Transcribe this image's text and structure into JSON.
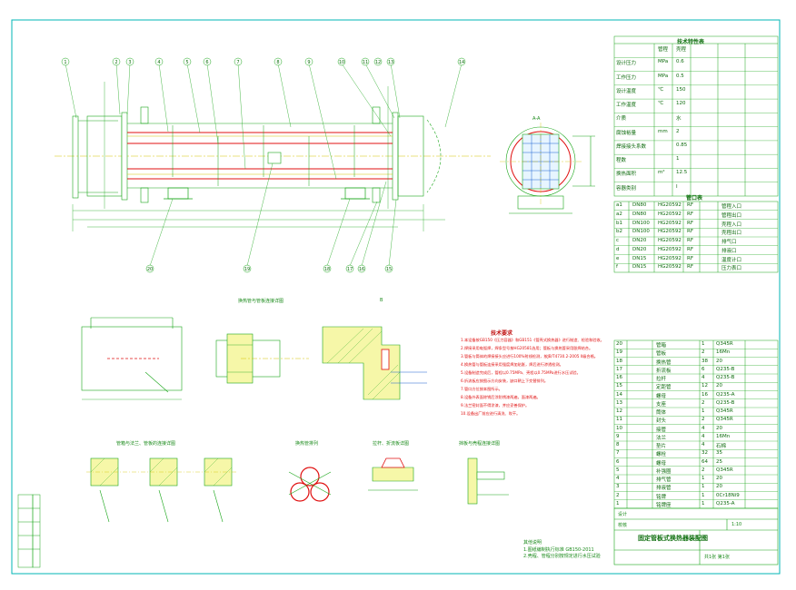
{
  "drawing": {
    "title": "固定管板式换热器装配图",
    "tech_spec_title": "技术特性表",
    "nozzle_table_title": "管口表",
    "tech_req_title": "技术要求",
    "balloons_top": [
      "1",
      "2",
      "3",
      "4",
      "5",
      "6",
      "7",
      "8",
      "9",
      "10",
      "11",
      "12",
      "13",
      "14"
    ],
    "balloons_bottom": [
      "20",
      "19",
      "18",
      "17",
      "16",
      "15"
    ],
    "detail_views": [
      "换热管与管板连接详图",
      "管箱与法兰、管板的连接详图",
      "换热管排列",
      "拉杆、折流板详图",
      "挡板与壳程连接详图"
    ],
    "section_labels": [
      "A-A",
      "B"
    ],
    "notes_heading": "其他说明",
    "notes_lines": [
      "1.图纸编制执行标准 GB150-2011",
      "2.壳程、管程分别按规定进行水压试验"
    ],
    "tech_req_lines": [
      "1.本设备按GB150《压力容器》和GB151《管壳式换热器》进行制造、检验和验收。",
      "2.焊接采用电弧焊，焊条型号按HG20581选用；管板与换热管采用胀焊结合。",
      "3.管板与筒体的焊接接头应进行100%射线检测，按JB/T4730.2-2005 II级合格。",
      "4.换热管与管板连接采用强度焊加贴胀，焊后进行渗透检测。",
      "5.设备制造完成后，管程以0.75MPa、壳程以0.75MPa进行水压试验。",
      "6.折流板应按图示方向安装，缺口朝上下交替排列。",
      "7.管口方位按本图所示。",
      "8.设备外表面除锈后涂防锈漆两遍，面漆两遍。",
      "9.法兰密封面不得涂漆，并应妥善保护。",
      "10.设备出厂前应进行清洗、吹干。"
    ],
    "tech_spec_rows": [
      [
        "",
        "管程",
        "壳程"
      ],
      [
        "设计压力",
        "MPa",
        "0.6"
      ],
      [
        "工作压力",
        "MPa",
        "0.5"
      ],
      [
        "设计温度",
        "℃",
        "150"
      ],
      [
        "工作温度",
        "℃",
        "120"
      ],
      [
        "介质",
        "",
        "水"
      ],
      [
        "腐蚀裕量",
        "mm",
        "2"
      ],
      [
        "焊接接头系数",
        "",
        "0.85"
      ],
      [
        "程数",
        "",
        "1"
      ],
      [
        "换热面积",
        "m²",
        "12.5"
      ],
      [
        "容器类别",
        "",
        "I"
      ]
    ],
    "nozzle_rows": [
      [
        "a1",
        "DN80",
        "HG20592",
        "RF",
        "管程入口"
      ],
      [
        "a2",
        "DN80",
        "HG20592",
        "RF",
        "管程出口"
      ],
      [
        "b1",
        "DN100",
        "HG20592",
        "RF",
        "壳程入口"
      ],
      [
        "b2",
        "DN100",
        "HG20592",
        "RF",
        "壳程出口"
      ],
      [
        "c",
        "DN20",
        "HG20592",
        "RF",
        "排气口"
      ],
      [
        "d",
        "DN20",
        "HG20592",
        "RF",
        "排液口"
      ],
      [
        "e",
        "DN15",
        "HG20592",
        "RF",
        "温度计口"
      ],
      [
        "f",
        "DN15",
        "HG20592",
        "RF",
        "压力表口"
      ]
    ],
    "bom_rows": [
      [
        "20",
        "管箱",
        "1",
        "Q345R"
      ],
      [
        "19",
        "管板",
        "2",
        "16Mn"
      ],
      [
        "18",
        "换热管",
        "38",
        "20"
      ],
      [
        "17",
        "折流板",
        "6",
        "Q235-B"
      ],
      [
        "16",
        "拉杆",
        "4",
        "Q235-B"
      ],
      [
        "15",
        "定距管",
        "12",
        "20"
      ],
      [
        "14",
        "螺母",
        "16",
        "Q235-A"
      ],
      [
        "13",
        "支座",
        "2",
        "Q235-B"
      ],
      [
        "12",
        "筒体",
        "1",
        "Q345R"
      ],
      [
        "11",
        "封头",
        "2",
        "Q345R"
      ],
      [
        "10",
        "接管",
        "4",
        "20"
      ],
      [
        "9",
        "法兰",
        "4",
        "16Mn"
      ],
      [
        "8",
        "垫片",
        "4",
        "石棉"
      ],
      [
        "7",
        "螺栓",
        "32",
        "35"
      ],
      [
        "6",
        "螺母",
        "64",
        "25"
      ],
      [
        "5",
        "补强圈",
        "2",
        "Q345R"
      ],
      [
        "4",
        "排气管",
        "1",
        "20"
      ],
      [
        "3",
        "排液管",
        "1",
        "20"
      ],
      [
        "2",
        "铭牌",
        "1",
        "0Cr18Ni9"
      ],
      [
        "1",
        "铭牌座",
        "1",
        "Q235-A"
      ]
    ],
    "title_block": {
      "designed": "设计",
      "checked": "校核",
      "scale": "1:10",
      "sheet": "共1张 第1张"
    }
  }
}
